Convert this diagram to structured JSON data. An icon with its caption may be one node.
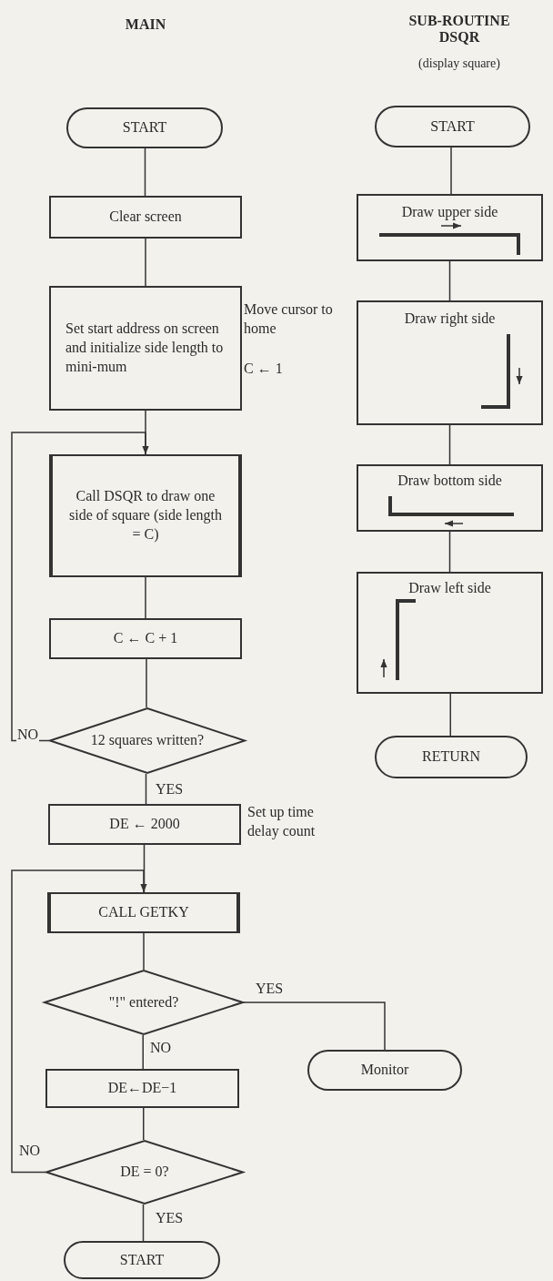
{
  "diagram": {
    "nodes": [
      {
        "text": [
          "START"
        ]
      },
      {
        "text": [
          "Clear screen"
        ]
      },
      {
        "text": [
          "Set start address on screen and initialize side length to mini-mum"
        ],
        "beside": [
          "Move cursor to home",
          "C ← 1"
        ]
      },
      {
        "text": [
          "Call DSQR to draw one side of square (side length = C)"
        ]
      },
      {
        "text": [
          "C ← C + 1"
        ]
      },
      {
        "text": [
          "12 squares written?"
        ]
      },
      {
        "text": [
          "DE ← 2000"
        ],
        "beside": [
          "Set up time delay count"
        ]
      },
      {
        "text": [
          "CALL GETKY"
        ]
      },
      {
        "text": [
          "\"!\" entered?"
        ]
      },
      {
        "text": [
          "Monitor"
        ]
      },
      {
        "text": [
          "DE←DE−1"
        ]
      },
      {
        "text": [
          "DE = 0?"
        ]
      },
      {
        "text": [
          "START"
        ]
      },
      {
        "text": [
          "START"
        ]
      },
      {
        "text": [
          "Draw upper side"
        ]
      },
      {
        "text": [
          "Draw right side"
        ]
      },
      {
        "text": [
          "Draw bottom side"
        ]
      },
      {
        "text": [
          "Draw left side"
        ]
      },
      {
        "text": [
          "RETURN"
        ]
      }
    ],
    "edges": [
      {
        "from": 0,
        "to": 1,
        "arrow": "none"
      },
      {
        "from": 1,
        "to": 2,
        "arrow": "none"
      },
      {
        "from": 2,
        "to": 3,
        "arrow": "none"
      },
      {
        "from": 3,
        "to": 4,
        "arrow": "none"
      },
      {
        "from": 4,
        "to": 5,
        "arrow": "none"
      },
      {
        "from": 5,
        "to": 3,
        "arrow": "to",
        "label": "NO"
      },
      {
        "from": 5,
        "to": 6,
        "arrow": "none",
        "label": "YES"
      },
      {
        "from": 6,
        "to": 7,
        "arrow": "none"
      },
      {
        "from": 11,
        "to": 7,
        "arrow": "to",
        "label": "NO"
      },
      {
        "from": 7,
        "to": 8,
        "arrow": "none"
      },
      {
        "from": 8,
        "to": 9,
        "arrow": "none",
        "label": "YES"
      },
      {
        "from": 8,
        "to": 10,
        "arrow": "none",
        "label": "NO"
      },
      {
        "from": 10,
        "to": 11,
        "arrow": "none"
      },
      {
        "from": 11,
        "to": 12,
        "arrow": "none",
        "label": "YES"
      },
      {
        "from": 13,
        "to": 14,
        "arrow": "none"
      },
      {
        "from": 14,
        "to": 15,
        "arrow": "none"
      },
      {
        "from": 15,
        "to": 16,
        "arrow": "none"
      },
      {
        "from": 16,
        "to": 17,
        "arrow": "none"
      },
      {
        "from": 17,
        "to": 18,
        "arrow": "none"
      }
    ],
    "labels": [
      "MAIN",
      "SUB-ROUTINE DSQR",
      "(display square)"
    ]
  }
}
